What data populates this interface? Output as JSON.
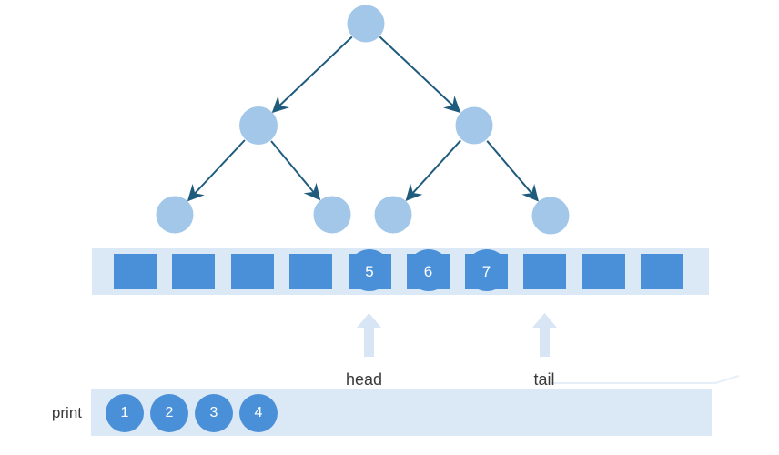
{
  "diagram_title": "binary tree breadth-first traversal with queue",
  "tree": {
    "nodes": [
      "root",
      "left-child",
      "right-child",
      "leaf-1",
      "leaf-2",
      "leaf-3",
      "leaf-4"
    ],
    "edges": [
      [
        "root",
        "left-child"
      ],
      [
        "root",
        "right-child"
      ],
      [
        "left-child",
        "leaf-1"
      ],
      [
        "left-child",
        "leaf-2"
      ],
      [
        "right-child",
        "leaf-3"
      ],
      [
        "right-child",
        "leaf-4"
      ]
    ]
  },
  "queue": {
    "cells": [
      "",
      "",
      "",
      "",
      "5",
      "6",
      "7",
      "",
      "",
      ""
    ],
    "head": {
      "label": "head",
      "cell_index": 4
    },
    "tail": {
      "label": "tail",
      "cell_index": 7
    }
  },
  "print_row": {
    "label": "print",
    "items": [
      "1",
      "2",
      "3",
      "4"
    ]
  },
  "colors": {
    "accent_blue": "#4a90d8",
    "tree_node_blue": "#a2c7e9",
    "track_light_blue": "#dbe8f6",
    "pointer_light_blue": "#d7e5f4",
    "edge_dark_teal": "#1f5b7d",
    "label_text": "#3a3a3a"
  }
}
